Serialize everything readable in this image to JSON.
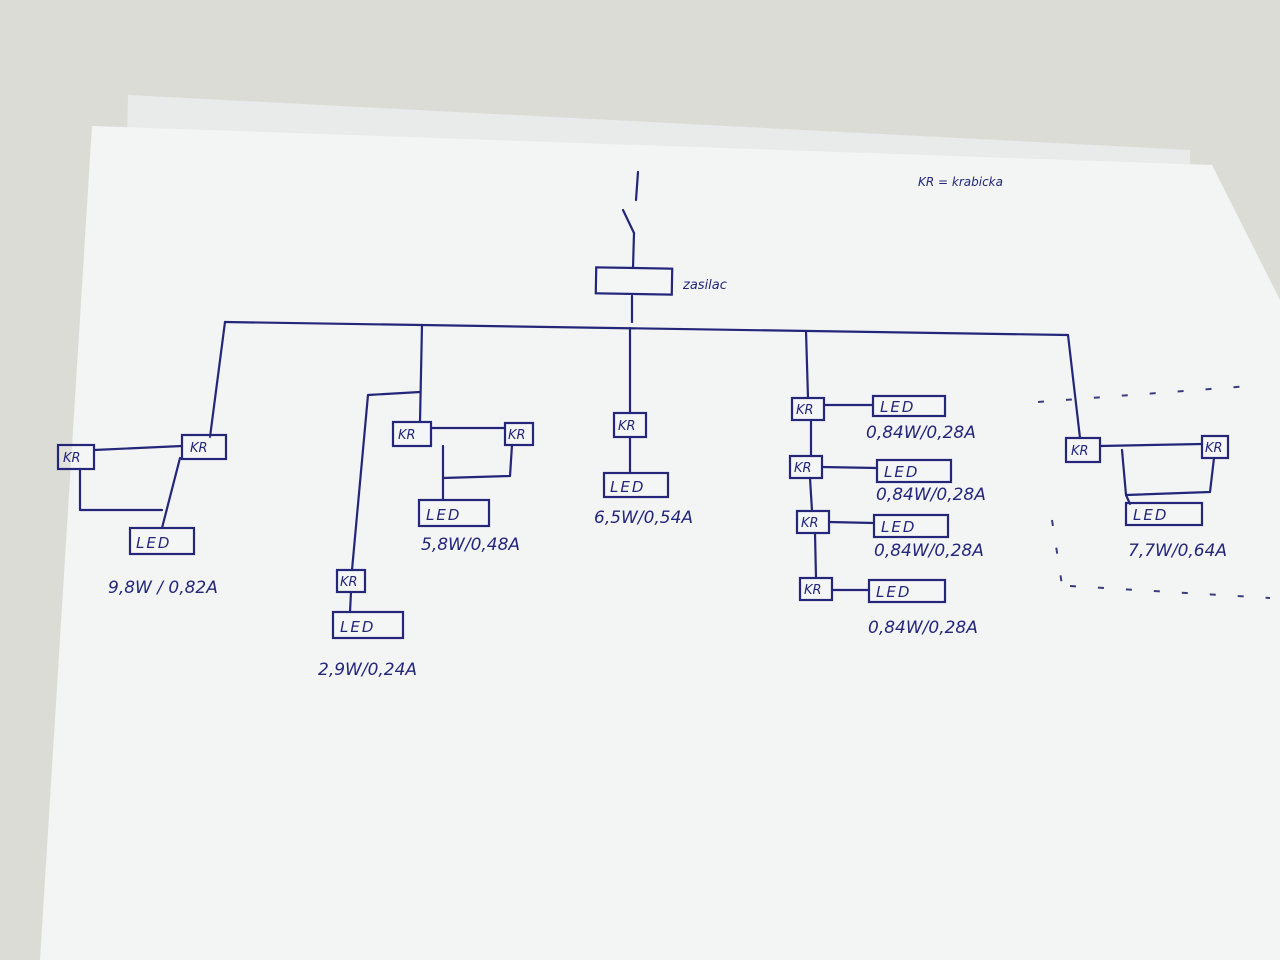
{
  "legend_text": "KR = krabicka",
  "supply_label": "zasilac",
  "box_labels": {
    "kr": "KR",
    "led": "LED"
  },
  "values": {
    "branch1": "9,8W / 0,82A",
    "branch2a": "5,8W/0,48A",
    "branch2b": "2,9W/0,24A",
    "branch3": "6,5W/0,54A",
    "branch4_1": "0,84W/0,28A",
    "branch4_2": "0,84W/0,28A",
    "branch4_3": "0,84W/0,28A",
    "branch4_4": "0,84W/0,28A",
    "branch5": "7,7W/0,64A"
  },
  "colors": {
    "ink": "#24267a",
    "paper": "#f4f5f5",
    "background": "#d9d9d4"
  }
}
